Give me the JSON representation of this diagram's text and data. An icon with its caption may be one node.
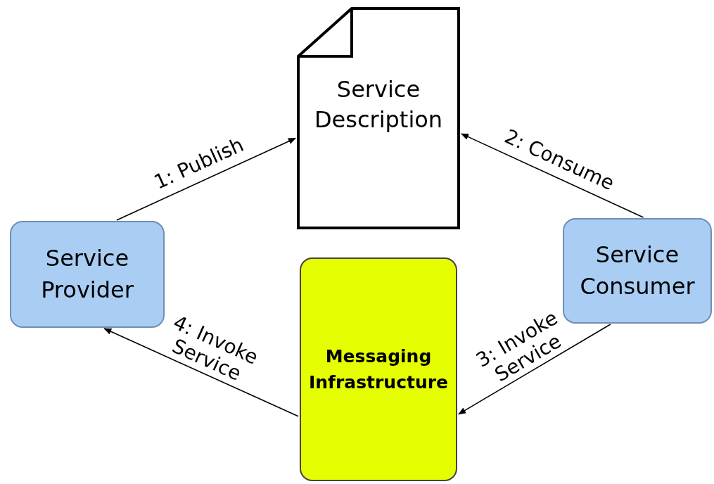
{
  "diagram": {
    "nodes": [
      {
        "text": [
          "Service Description"
        ]
      },
      {
        "text": [
          "Service Provider"
        ]
      },
      {
        "text": [
          "Service Consumer"
        ]
      },
      {
        "text": [
          "Messaging Infrastructure"
        ]
      }
    ],
    "edges": [
      {
        "from": 1,
        "to": 0,
        "arrow": "to",
        "label": "1: Publish"
      },
      {
        "from": 2,
        "to": 0,
        "arrow": "to",
        "label": "2: Consume"
      },
      {
        "from": 2,
        "to": 3,
        "arrow": "to",
        "label": "3: Invoke Service"
      },
      {
        "from": 3,
        "to": 1,
        "arrow": "to",
        "label": "4: Invoke Service"
      }
    ]
  }
}
